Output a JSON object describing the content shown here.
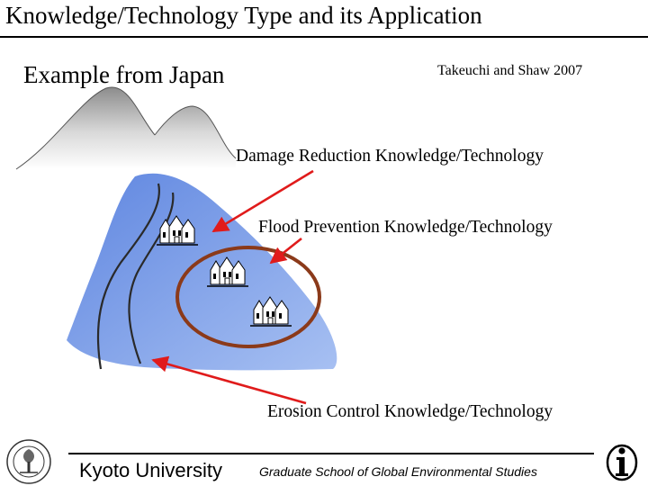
{
  "header": {
    "title": "Knowledge/Technology Type and its Application",
    "subtitle": "Example from Japan",
    "citation": "Takeuchi and Shaw 2007"
  },
  "labels": {
    "damage_reduction": "Damage Reduction Knowledge/Technology",
    "flood_prevention": "Flood Prevention Knowledge/Technology",
    "erosion_control": "Erosion Control Knowledge/Technology"
  },
  "footer": {
    "university": "Kyoto University",
    "school": "Graduate School of Global Environmental Studies",
    "seal_icon": "university-seal-icon",
    "info_icon": "information-icon"
  },
  "colors": {
    "arrow": "#e01b1b",
    "flood_ring": "#8b3a1a",
    "water_dark": "#6f93e6",
    "water_light": "#a9c2f3",
    "mountain_shade": "#9a9a9a"
  }
}
